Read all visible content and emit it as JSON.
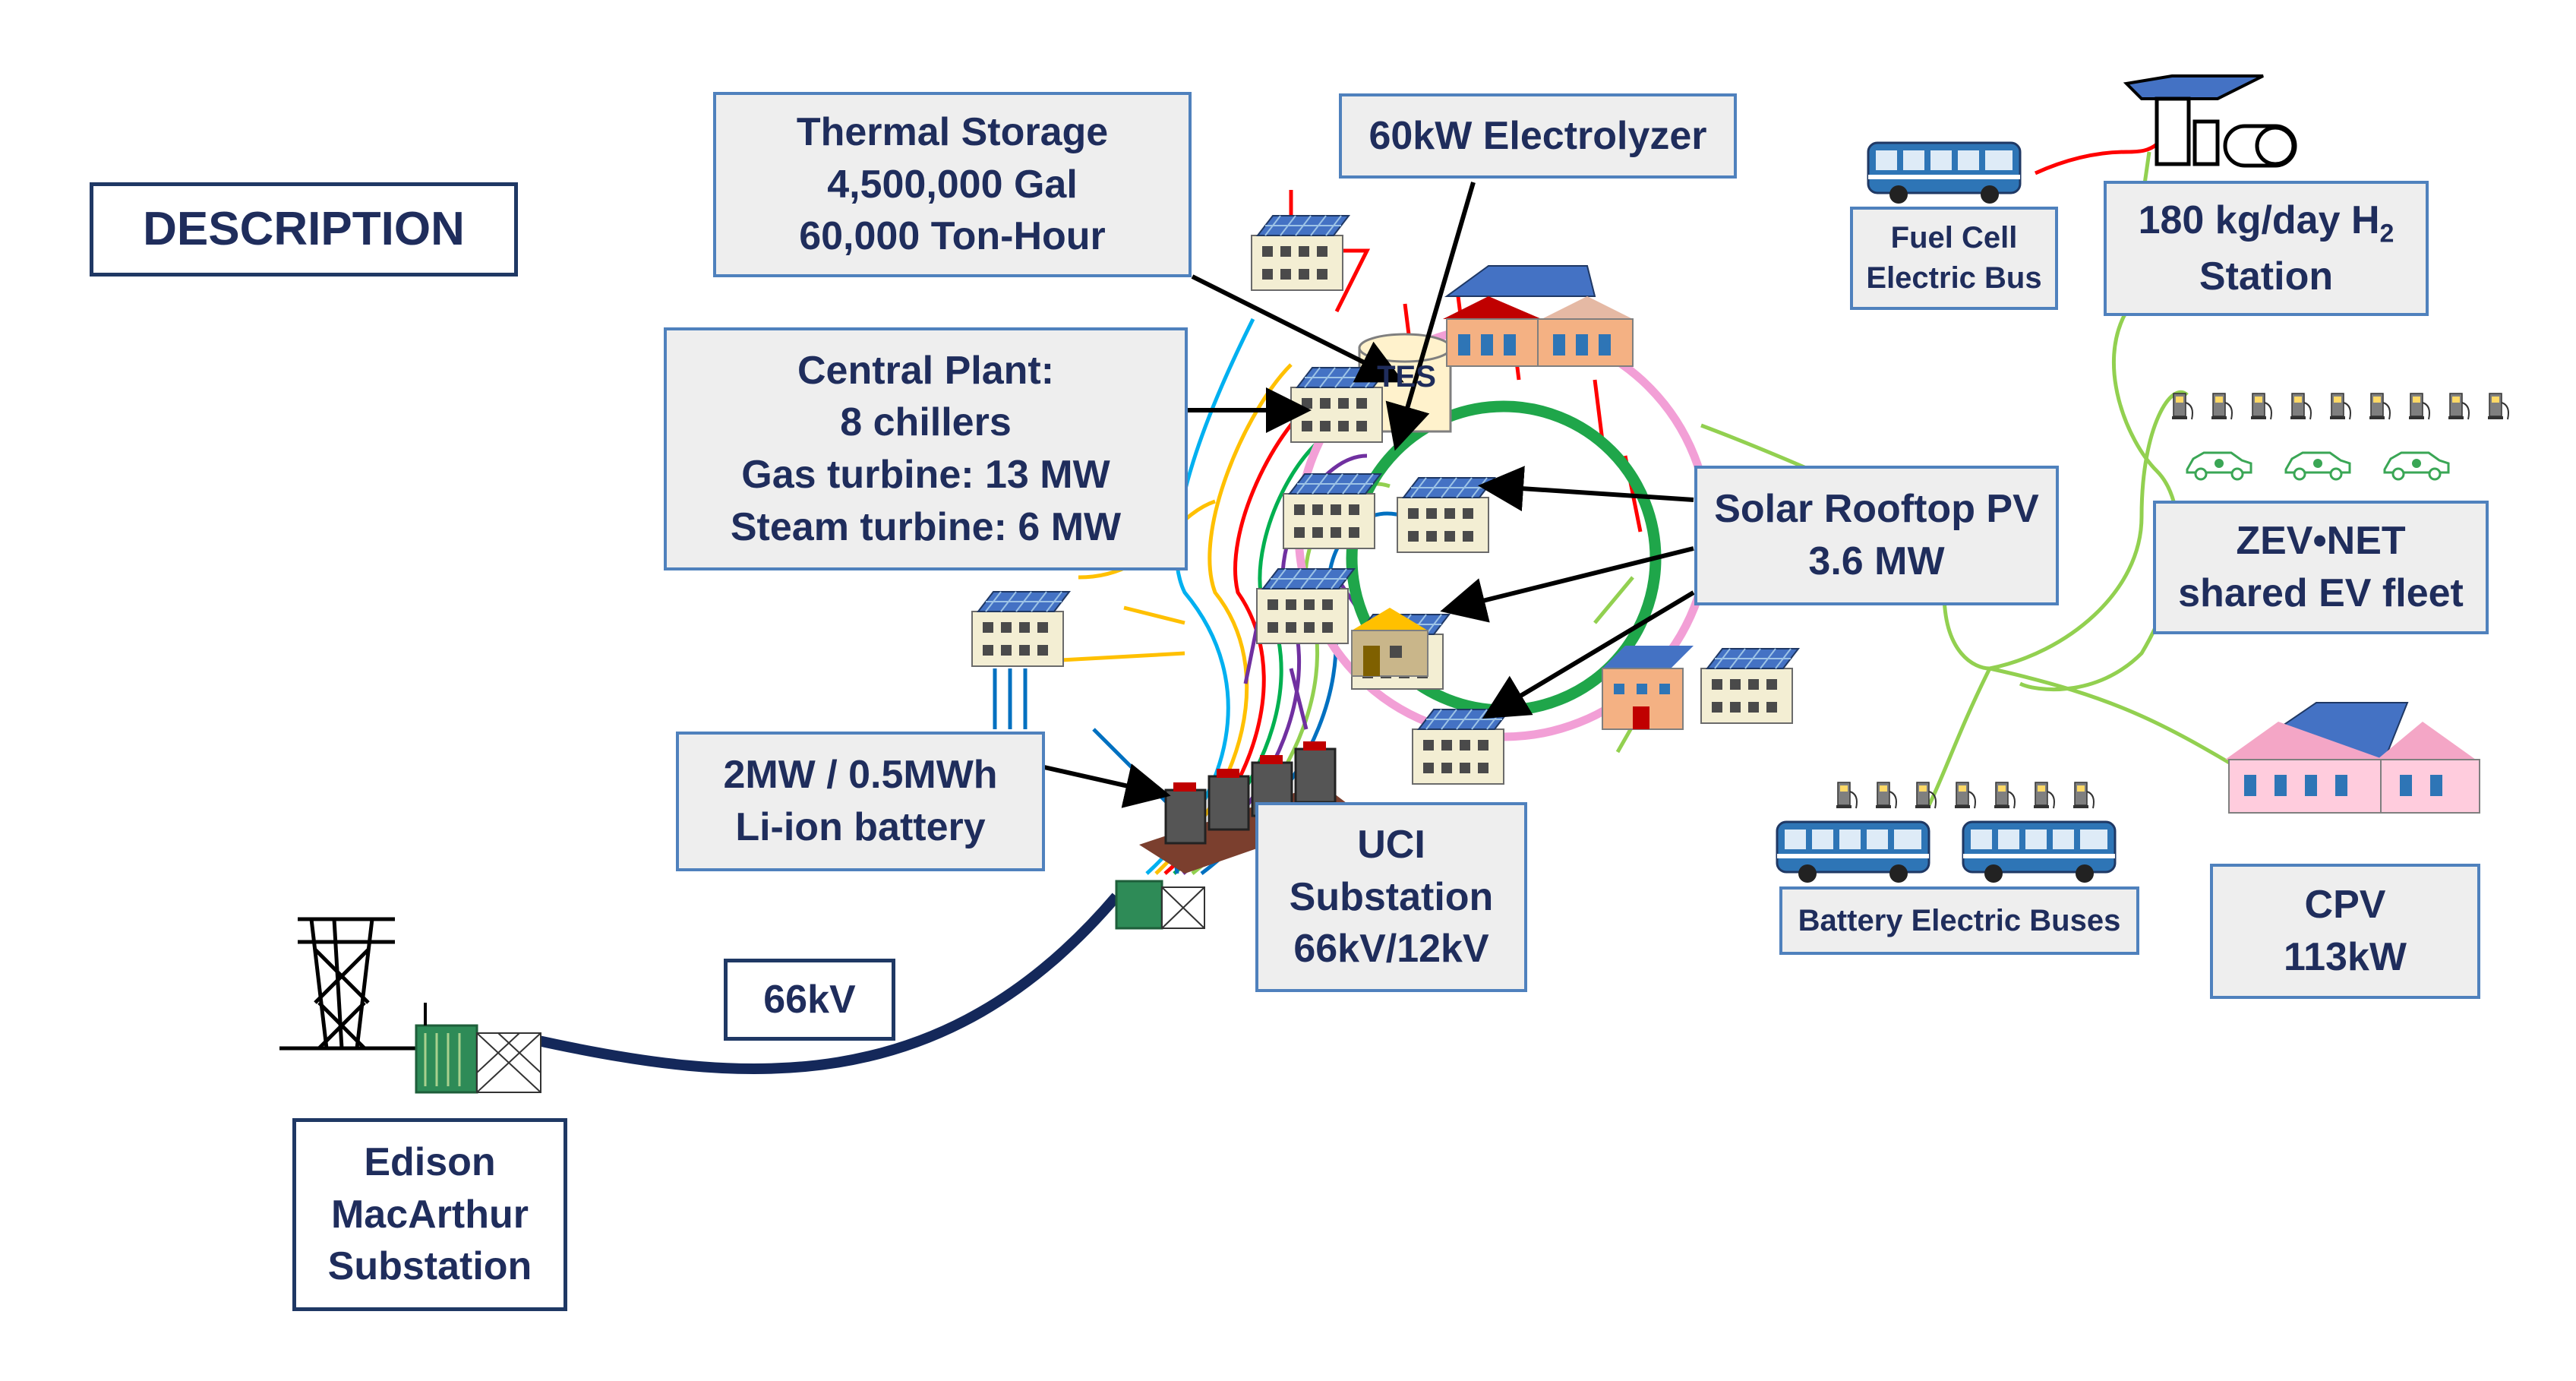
{
  "labels": {
    "description": "DESCRIPTION",
    "thermal_storage": [
      "Thermal Storage",
      "4,500,000 Gal",
      "60,000 Ton-Hour"
    ],
    "electrolyzer": "60kW Electrolyzer",
    "central_plant": [
      "Central Plant:",
      "8 chillers",
      "Gas turbine: 13 MW",
      "Steam turbine: 6 MW"
    ],
    "tes": "TES",
    "battery": [
      "2MW / 0.5MWh",
      "Li-ion battery"
    ],
    "uci_substation": [
      "UCI",
      "Substation",
      "66kV/12kV"
    ],
    "voltage_66kv": "66kV",
    "edison": [
      "Edison",
      "MacArthur",
      "Substation"
    ],
    "solar_pv": [
      "Solar Rooftop PV",
      "3.6 MW"
    ],
    "fuel_cell_bus": [
      "Fuel Cell",
      "Electric Bus"
    ],
    "h2_station": {
      "prefix": "180 kg/day H",
      "sub": "2",
      "line2": "Station"
    },
    "zevnet": [
      "ZEV•NET",
      "shared EV fleet"
    ],
    "battery_buses": "Battery Electric Buses",
    "cpv": [
      "CPV",
      "113kW"
    ]
  },
  "colors": {
    "label_text": "#1f2d5c",
    "label_fill": "#eeeeee",
    "label_border": "#4f81bd",
    "dark_border": "#1f3864",
    "inner_ring": "#1fa64a",
    "outer_ring": "#f29fd6",
    "feeder_66kv": "#14285a",
    "ev_lines": "#92d050",
    "bus_body": "#2e75b6",
    "transformer": "#2e8b57"
  },
  "icons": [
    "solar-building-icon",
    "transmission-tower-icon",
    "transformer-icon",
    "battery-bank-icon",
    "bus-icon",
    "hydrogen-station-icon",
    "charger-icon",
    "electric-car-icon",
    "house-icon"
  ]
}
